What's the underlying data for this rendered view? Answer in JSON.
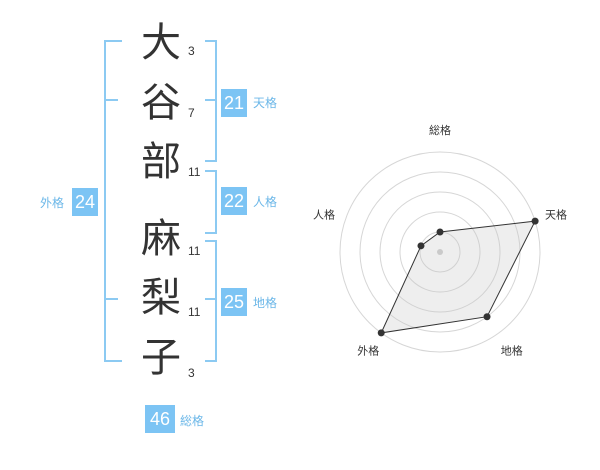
{
  "name": {
    "characters": [
      {
        "char": "大",
        "strokes": "3"
      },
      {
        "char": "谷",
        "strokes": "7"
      },
      {
        "char": "部",
        "strokes": "11"
      },
      {
        "char": "麻",
        "strokes": "11"
      },
      {
        "char": "梨",
        "strokes": "11"
      },
      {
        "char": "子",
        "strokes": "3"
      }
    ]
  },
  "scores": {
    "tenkaku": {
      "value": "21",
      "label": "天格"
    },
    "jinkaku": {
      "value": "22",
      "label": "人格"
    },
    "chikaku": {
      "value": "25",
      "label": "地格"
    },
    "gaikaku": {
      "value": "24",
      "label": "外格"
    },
    "soukaku": {
      "value": "46",
      "label": "総格"
    }
  },
  "colors": {
    "accent": "#7cc4f4",
    "bracket": "#8ccaf2",
    "label": "#6bb7e8",
    "text": "#333333"
  },
  "chart_data": {
    "type": "radar",
    "axes": [
      "総格",
      "天格",
      "地格",
      "外格",
      "人格"
    ],
    "levels": 5,
    "values": [
      1,
      5,
      4,
      5,
      1
    ],
    "range": [
      0,
      5
    ]
  }
}
